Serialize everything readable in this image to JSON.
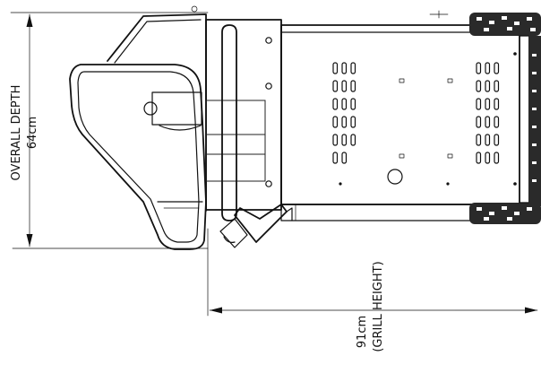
{
  "dimensions": {
    "overall_depth": {
      "label": "OVERALL DEPTH",
      "value": "64cm"
    },
    "grill_height": {
      "value": "91cm",
      "label": "(GRILL HEIGHT)"
    }
  }
}
